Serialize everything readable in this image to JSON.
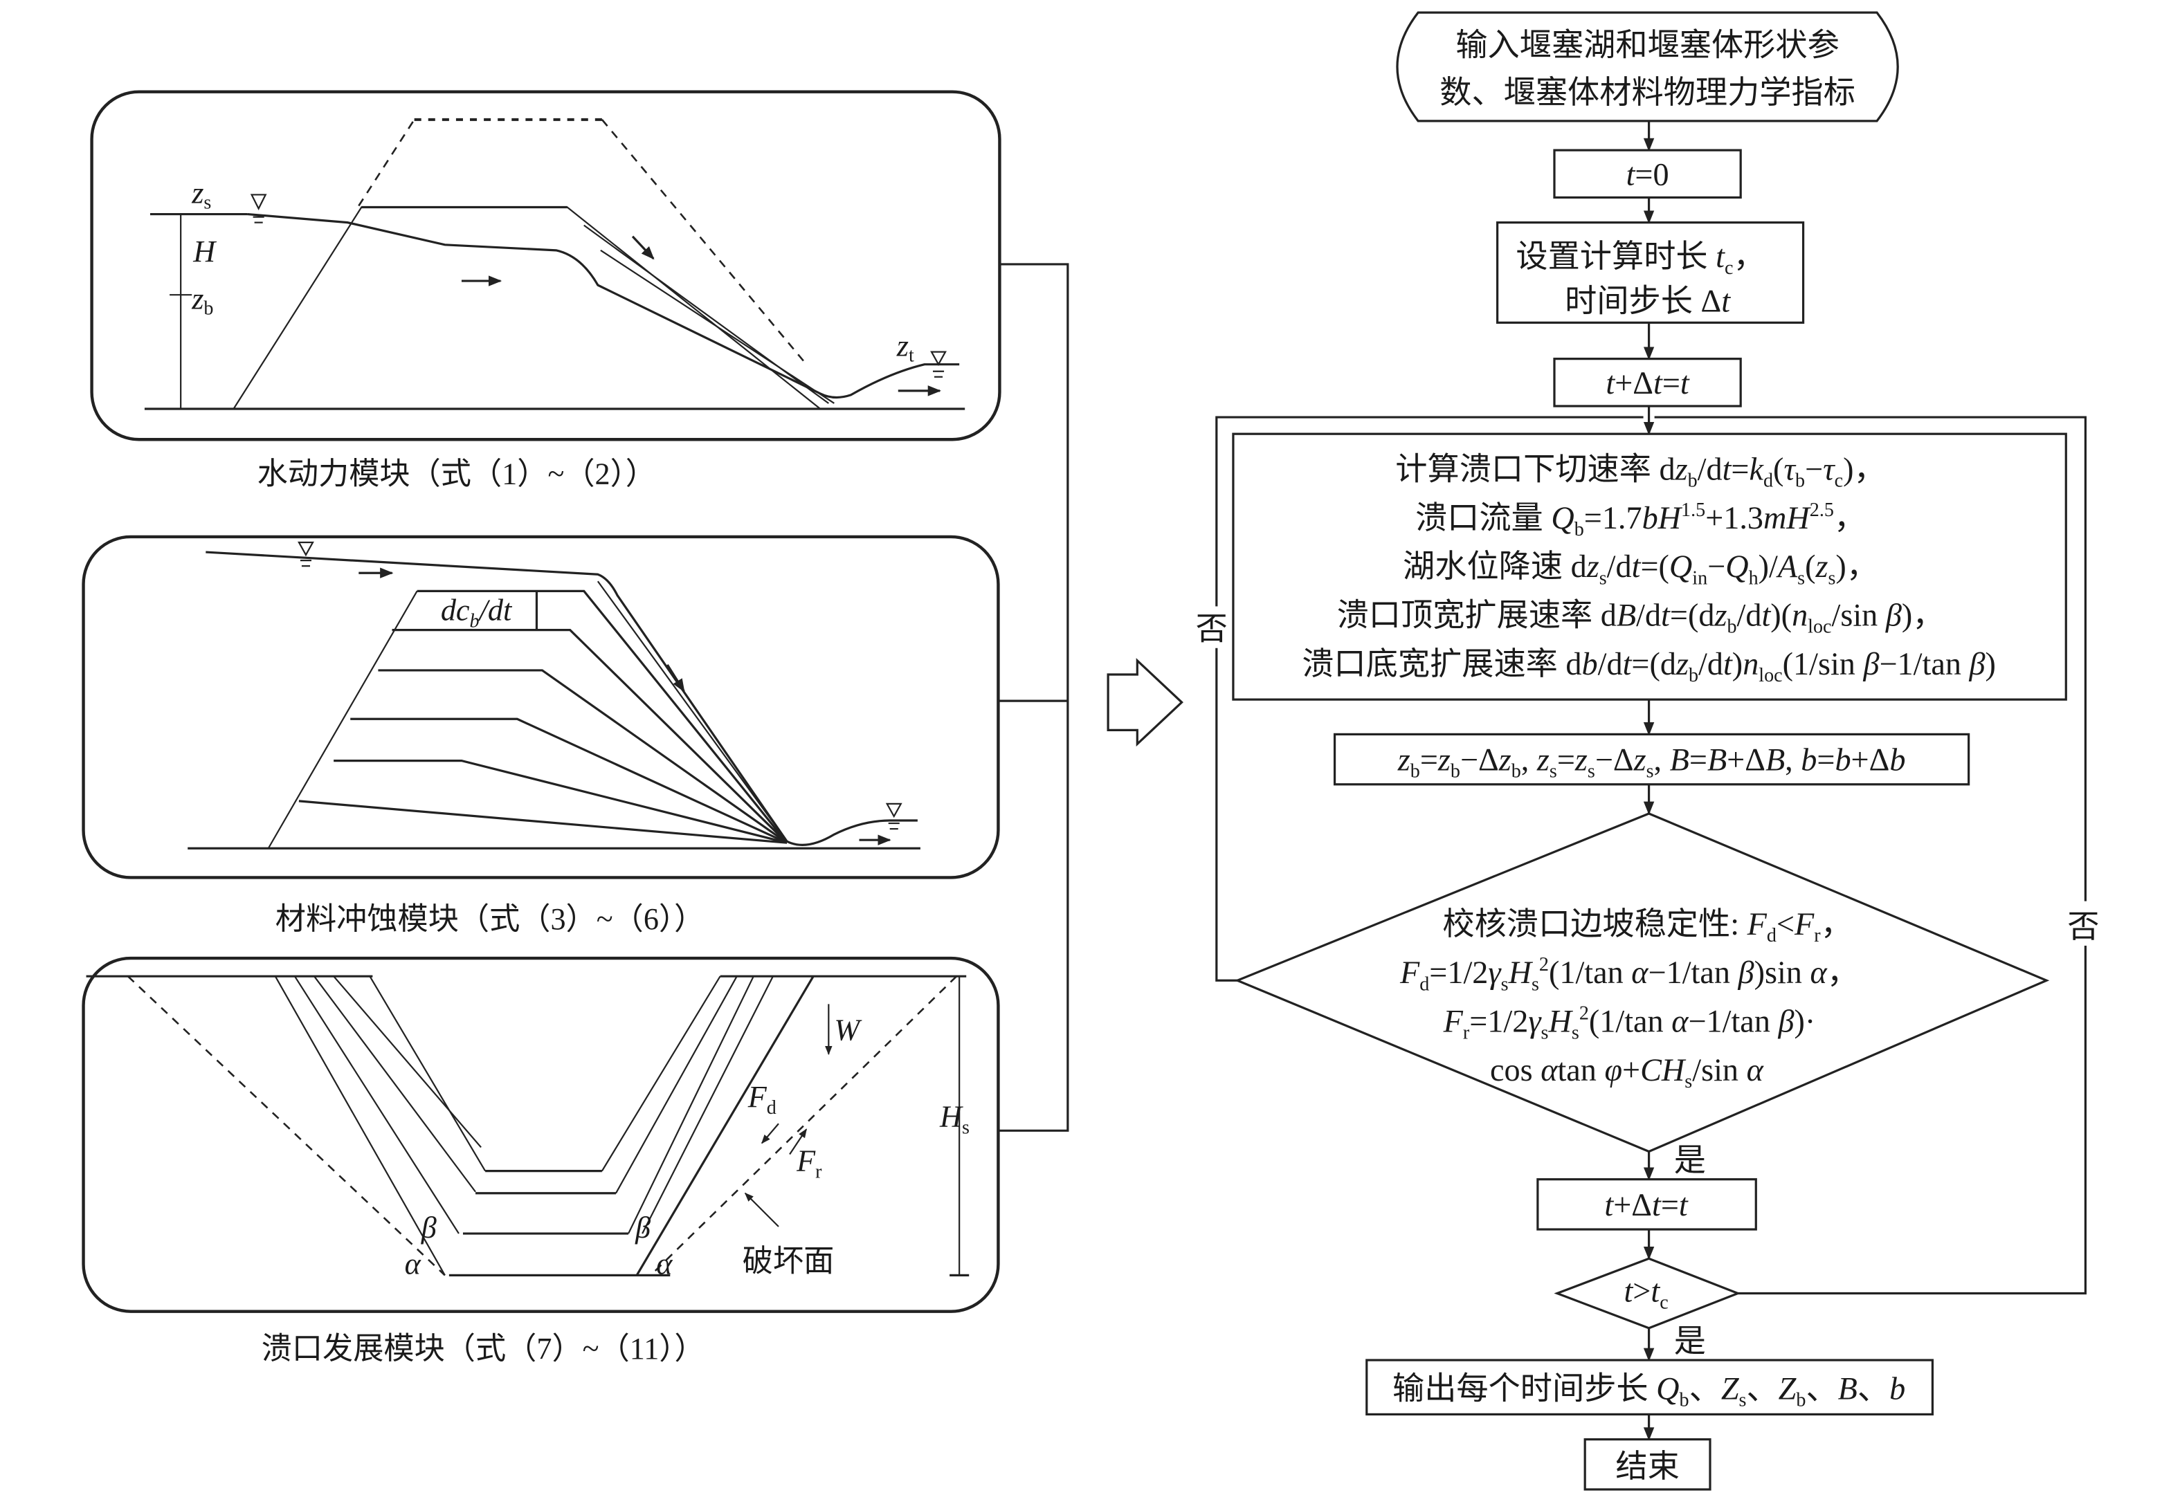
{
  "figure": {
    "modules": [
      {
        "id": "hydrodynamic",
        "caption": "水动力模块（式（1）~（2））",
        "labels": {
          "zs": "z",
          "zs_sub": "s",
          "H": "H",
          "zb": "z",
          "zb_sub": "b",
          "zt": "z",
          "zt_sub": "t"
        }
      },
      {
        "id": "erosion",
        "caption": "材料冲蚀模块（式（3）~（6））",
        "labels": {
          "rate": [
            {
              "t": "d",
              "s": "n"
            },
            {
              "t": "c",
              "s": "i"
            },
            {
              "t": "b",
              "s": "sub"
            },
            {
              "t": "/d",
              "s": "n"
            },
            {
              "t": "t",
              "s": "i"
            }
          ]
        }
      },
      {
        "id": "breach",
        "caption": "溃口发展模块（式（7）~（11））",
        "labels": {
          "W": "W",
          "Fd": "F",
          "Fd_sub": "d",
          "Fr": "F",
          "Fr_sub": "r",
          "Hs": "H",
          "Hs_sub": "s",
          "beta": "β",
          "alpha": "α",
          "failure_plane": "破坏面"
        }
      }
    ],
    "flowchart": {
      "start": [
        "输入堰塞湖和堰塞体形状参",
        "数、堰塞体材料物理力学指标"
      ],
      "init": [
        {
          "t": "t",
          "s": "i"
        },
        {
          "t": "=0",
          "s": "n"
        }
      ],
      "setup": [
        [
          {
            "t": "设置计算时长 ",
            "s": "n"
          },
          {
            "t": "t",
            "s": "i"
          },
          {
            "t": "c",
            "s": "sub"
          },
          {
            "t": "，",
            "s": "n"
          }
        ],
        [
          {
            "t": "时间步长 Δ",
            "s": "n"
          },
          {
            "t": "t",
            "s": "i"
          }
        ]
      ],
      "step": [
        {
          "t": "t",
          "s": "i"
        },
        {
          "t": "+Δ",
          "s": "n"
        },
        {
          "t": "t",
          "s": "i"
        },
        {
          "t": "=",
          "s": "n"
        },
        {
          "t": "t",
          "s": "i"
        }
      ],
      "compute": [
        [
          {
            "t": "计算溃口下切速率 d",
            "s": "n"
          },
          {
            "t": "z",
            "s": "i"
          },
          {
            "t": "b",
            "s": "sub"
          },
          {
            "t": "/d",
            "s": "n"
          },
          {
            "t": "t",
            "s": "i"
          },
          {
            "t": "=",
            "s": "n"
          },
          {
            "t": "k",
            "s": "i"
          },
          {
            "t": "d",
            "s": "sub"
          },
          {
            "t": "(",
            "s": "n"
          },
          {
            "t": "τ",
            "s": "i"
          },
          {
            "t": "b",
            "s": "sub"
          },
          {
            "t": "−",
            "s": "n"
          },
          {
            "t": "τ",
            "s": "i"
          },
          {
            "t": "c",
            "s": "sub"
          },
          {
            "t": ")，",
            "s": "n"
          }
        ],
        [
          {
            "t": "溃口流量 ",
            "s": "n"
          },
          {
            "t": "Q",
            "s": "i"
          },
          {
            "t": "b",
            "s": "sub"
          },
          {
            "t": "=1.7",
            "s": "n"
          },
          {
            "t": "bH",
            "s": "i"
          },
          {
            "t": "1.5",
            "s": "sup"
          },
          {
            "t": "+1.3",
            "s": "n"
          },
          {
            "t": "mH",
            "s": "i"
          },
          {
            "t": "2.5",
            "s": "sup"
          },
          {
            "t": "，",
            "s": "n"
          }
        ],
        [
          {
            "t": "湖水位降速 d",
            "s": "n"
          },
          {
            "t": "z",
            "s": "i"
          },
          {
            "t": "s",
            "s": "sub"
          },
          {
            "t": "/d",
            "s": "n"
          },
          {
            "t": "t",
            "s": "i"
          },
          {
            "t": "=(",
            "s": "n"
          },
          {
            "t": "Q",
            "s": "i"
          },
          {
            "t": "in",
            "s": "sub"
          },
          {
            "t": "−",
            "s": "n"
          },
          {
            "t": "Q",
            "s": "i"
          },
          {
            "t": "h",
            "s": "sub"
          },
          {
            "t": ")/",
            "s": "n"
          },
          {
            "t": "A",
            "s": "i"
          },
          {
            "t": "s",
            "s": "sub"
          },
          {
            "t": "(",
            "s": "n"
          },
          {
            "t": "z",
            "s": "i"
          },
          {
            "t": "s",
            "s": "sub"
          },
          {
            "t": ")，",
            "s": "n"
          }
        ],
        [
          {
            "t": "溃口顶宽扩展速率 d",
            "s": "n"
          },
          {
            "t": "B",
            "s": "i"
          },
          {
            "t": "/d",
            "s": "n"
          },
          {
            "t": "t",
            "s": "i"
          },
          {
            "t": "=(d",
            "s": "n"
          },
          {
            "t": "z",
            "s": "i"
          },
          {
            "t": "b",
            "s": "sub"
          },
          {
            "t": "/d",
            "s": "n"
          },
          {
            "t": "t",
            "s": "i"
          },
          {
            "t": ")(",
            "s": "n"
          },
          {
            "t": "n",
            "s": "i"
          },
          {
            "t": "loc",
            "s": "sub"
          },
          {
            "t": "/sin ",
            "s": "n"
          },
          {
            "t": "β",
            "s": "i"
          },
          {
            "t": ")，",
            "s": "n"
          }
        ],
        [
          {
            "t": "溃口底宽扩展速率 d",
            "s": "n"
          },
          {
            "t": "b",
            "s": "i"
          },
          {
            "t": "/d",
            "s": "n"
          },
          {
            "t": "t",
            "s": "i"
          },
          {
            "t": "=(d",
            "s": "n"
          },
          {
            "t": "z",
            "s": "i"
          },
          {
            "t": "b",
            "s": "sub"
          },
          {
            "t": "/d",
            "s": "n"
          },
          {
            "t": "t",
            "s": "i"
          },
          {
            "t": ")",
            "s": "n"
          },
          {
            "t": "n",
            "s": "i"
          },
          {
            "t": "loc",
            "s": "sub"
          },
          {
            "t": "(1/sin ",
            "s": "n"
          },
          {
            "t": "β",
            "s": "i"
          },
          {
            "t": "−1/tan ",
            "s": "n"
          },
          {
            "t": "β",
            "s": "i"
          },
          {
            "t": ")",
            "s": "n"
          }
        ]
      ],
      "update": [
        {
          "t": "z",
          "s": "i"
        },
        {
          "t": "b",
          "s": "sub"
        },
        {
          "t": "=",
          "s": "n"
        },
        {
          "t": "z",
          "s": "i"
        },
        {
          "t": "b",
          "s": "sub"
        },
        {
          "t": "−Δ",
          "s": "n"
        },
        {
          "t": "z",
          "s": "i"
        },
        {
          "t": "b",
          "s": "sub"
        },
        {
          "t": ", ",
          "s": "n"
        },
        {
          "t": "z",
          "s": "i"
        },
        {
          "t": "s",
          "s": "sub"
        },
        {
          "t": "=",
          "s": "n"
        },
        {
          "t": "z",
          "s": "i"
        },
        {
          "t": "s",
          "s": "sub"
        },
        {
          "t": "−Δ",
          "s": "n"
        },
        {
          "t": "z",
          "s": "i"
        },
        {
          "t": "s",
          "s": "sub"
        },
        {
          "t": ", ",
          "s": "n"
        },
        {
          "t": "B",
          "s": "i"
        },
        {
          "t": "=",
          "s": "n"
        },
        {
          "t": "B",
          "s": "i"
        },
        {
          "t": "+Δ",
          "s": "n"
        },
        {
          "t": "B",
          "s": "i"
        },
        {
          "t": ", ",
          "s": "n"
        },
        {
          "t": "b",
          "s": "i"
        },
        {
          "t": "=",
          "s": "n"
        },
        {
          "t": "b",
          "s": "i"
        },
        {
          "t": "+Δ",
          "s": "n"
        },
        {
          "t": "b",
          "s": "i"
        }
      ],
      "check": [
        [
          {
            "t": "校核溃口边坡稳定性: ",
            "s": "n"
          },
          {
            "t": "F",
            "s": "i"
          },
          {
            "t": "d",
            "s": "sub"
          },
          {
            "t": "<",
            "s": "n"
          },
          {
            "t": "F",
            "s": "i"
          },
          {
            "t": "r",
            "s": "sub"
          },
          {
            "t": "，",
            "s": "n"
          }
        ],
        [
          {
            "t": "F",
            "s": "i"
          },
          {
            "t": "d",
            "s": "sub"
          },
          {
            "t": "=1/2",
            "s": "n"
          },
          {
            "t": "γ",
            "s": "i"
          },
          {
            "t": "s",
            "s": "sub"
          },
          {
            "t": "H",
            "s": "i"
          },
          {
            "t": "s",
            "s": "sub"
          },
          {
            "t": "2",
            "s": "sup"
          },
          {
            "t": "(1/tan ",
            "s": "n"
          },
          {
            "t": "α",
            "s": "i"
          },
          {
            "t": "−1/tan ",
            "s": "n"
          },
          {
            "t": "β",
            "s": "i"
          },
          {
            "t": ")sin ",
            "s": "n"
          },
          {
            "t": "α",
            "s": "i"
          },
          {
            "t": "，",
            "s": "n"
          }
        ],
        [
          {
            "t": "F",
            "s": "i"
          },
          {
            "t": "r",
            "s": "sub"
          },
          {
            "t": "=1/2",
            "s": "n"
          },
          {
            "t": "γ",
            "s": "i"
          },
          {
            "t": "s",
            "s": "sub"
          },
          {
            "t": "H",
            "s": "i"
          },
          {
            "t": "s",
            "s": "sub"
          },
          {
            "t": "2",
            "s": "sup"
          },
          {
            "t": "(1/tan ",
            "s": "n"
          },
          {
            "t": "α",
            "s": "i"
          },
          {
            "t": "−1/tan ",
            "s": "n"
          },
          {
            "t": "β",
            "s": "i"
          },
          {
            "t": ")·",
            "s": "n"
          }
        ],
        [
          {
            "t": "cos ",
            "s": "n"
          },
          {
            "t": "α",
            "s": "i"
          },
          {
            "t": "tan ",
            "s": "n"
          },
          {
            "t": "φ",
            "s": "i"
          },
          {
            "t": "+",
            "s": "n"
          },
          {
            "t": "CH",
            "s": "i"
          },
          {
            "t": "s",
            "s": "sub"
          },
          {
            "t": "/sin ",
            "s": "n"
          },
          {
            "t": "α",
            "s": "i"
          }
        ]
      ],
      "step2": [
        {
          "t": "t",
          "s": "i"
        },
        {
          "t": "+Δ",
          "s": "n"
        },
        {
          "t": "t",
          "s": "i"
        },
        {
          "t": "=",
          "s": "n"
        },
        {
          "t": "t",
          "s": "i"
        }
      ],
      "time_check": [
        {
          "t": "t",
          "s": "i"
        },
        {
          "t": ">",
          "s": "n"
        },
        {
          "t": "t",
          "s": "i"
        },
        {
          "t": "c",
          "s": "sub"
        }
      ],
      "output": [
        {
          "t": "输出每个时间步长 ",
          "s": "n"
        },
        {
          "t": "Q",
          "s": "i"
        },
        {
          "t": "b",
          "s": "sub"
        },
        {
          "t": "、",
          "s": "n"
        },
        {
          "t": "Z",
          "s": "i"
        },
        {
          "t": "s",
          "s": "sub"
        },
        {
          "t": "、",
          "s": "n"
        },
        {
          "t": "Z",
          "s": "i"
        },
        {
          "t": "b",
          "s": "sub"
        },
        {
          "t": "、",
          "s": "n"
        },
        {
          "t": "B",
          "s": "i"
        },
        {
          "t": "、",
          "s": "n"
        },
        {
          "t": "b",
          "s": "i"
        }
      ],
      "end": "结束",
      "yes": "是",
      "no": "否"
    }
  }
}
